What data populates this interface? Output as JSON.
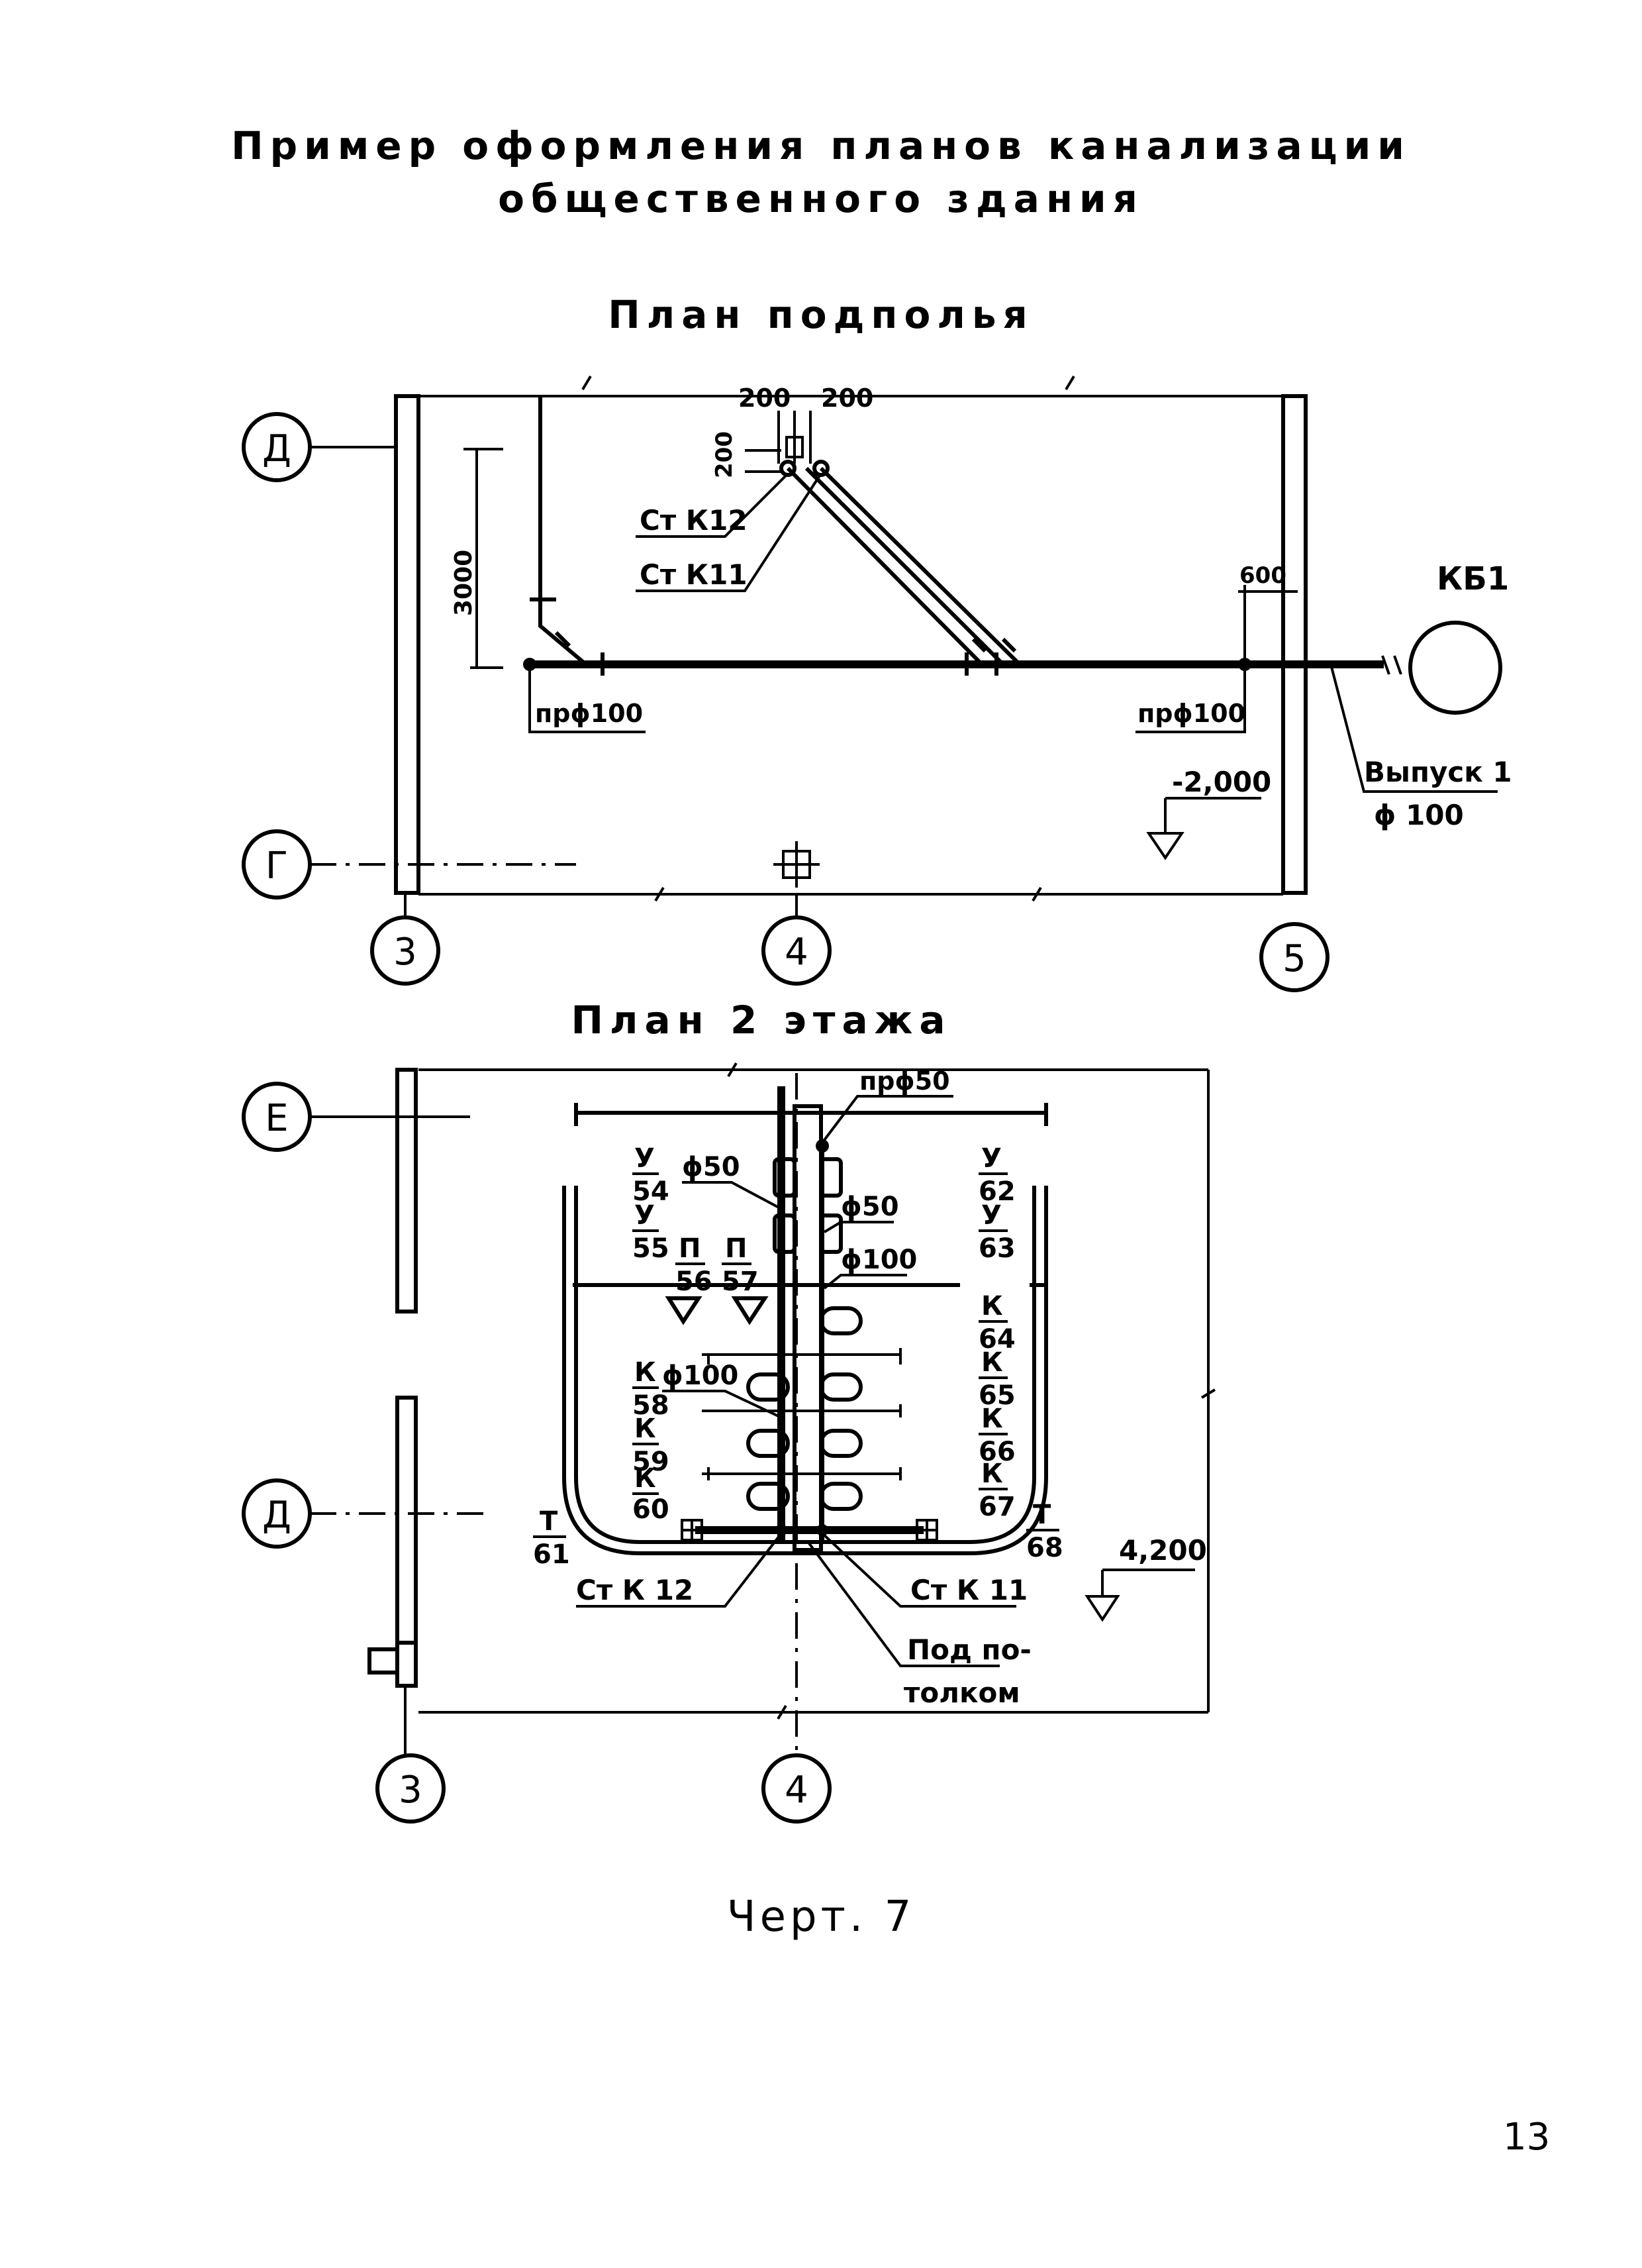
{
  "page": {
    "title_line1": "Пример оформления планов канализации",
    "title_line2": "общественного здания",
    "caption": "Черт. 7",
    "page_number": "13"
  },
  "basement": {
    "heading": "План подполья",
    "axes": {
      "row_top": "Д",
      "row_bottom": "Г",
      "col_left": "3",
      "col_mid": "4",
      "col_right": "5"
    },
    "dim_left": "200",
    "dim_right": "200",
    "dim_vertical_small": "200",
    "dim_vertical": "3000",
    "dim_600": "600",
    "riser_12": "Ст К12",
    "riser_11": "Ст К11",
    "cleanout_left": "прϕ100",
    "cleanout_right": "прϕ100",
    "well": "КБ1",
    "outlet_name": "Выпуск 1",
    "outlet_diam": "ϕ 100",
    "level": "-2,000"
  },
  "floor2": {
    "heading": "План 2 этажа",
    "axes": {
      "row_top": "Е",
      "row_bottom": "Д",
      "col_left": "3",
      "col_mid": "4"
    },
    "cleanout_top": "прϕ50",
    "diam_50_a": "ϕ50",
    "diam_50_b": "ϕ50",
    "diam_100_a": "ϕ100",
    "diam_100_b": "ϕ100",
    "fixtures_left": [
      {
        "top": "У",
        "bottom": "54"
      },
      {
        "top": "У",
        "bottom": "55"
      },
      {
        "top": "П",
        "bottom": "56"
      },
      {
        "top": "П",
        "bottom": "57"
      },
      {
        "top": "К",
        "bottom": "58"
      },
      {
        "top": "К",
        "bottom": "59"
      },
      {
        "top": "К",
        "bottom": "60"
      },
      {
        "top": "Т",
        "bottom": "61"
      }
    ],
    "fixtures_right": [
      {
        "top": "У",
        "bottom": "62"
      },
      {
        "top": "У",
        "bottom": "63"
      },
      {
        "top": "К",
        "bottom": "64"
      },
      {
        "top": "К",
        "bottom": "65"
      },
      {
        "top": "К",
        "bottom": "66"
      },
      {
        "top": "К",
        "bottom": "67"
      },
      {
        "top": "Т",
        "bottom": "68"
      }
    ],
    "riser_12": "Ст К 12",
    "riser_11": "Ст К 11",
    "under_ceiling_1": "Под по-",
    "under_ceiling_2": "толком",
    "level": "4,200"
  }
}
